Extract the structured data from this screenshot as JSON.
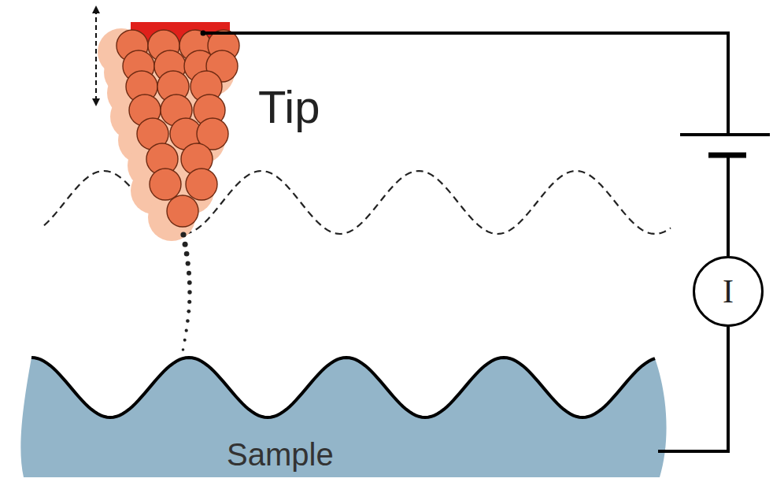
{
  "diagram": {
    "nodes": [
      {
        "text": [
          "Tip"
        ]
      },
      {
        "text": [
          "I"
        ]
      },
      {
        "text": [
          "Sample"
        ]
      }
    ],
    "edges": [
      {
        "from": 0,
        "to": 1,
        "arrow": "none"
      },
      {
        "from": 1,
        "to": 2,
        "arrow": "none"
      }
    ]
  }
}
